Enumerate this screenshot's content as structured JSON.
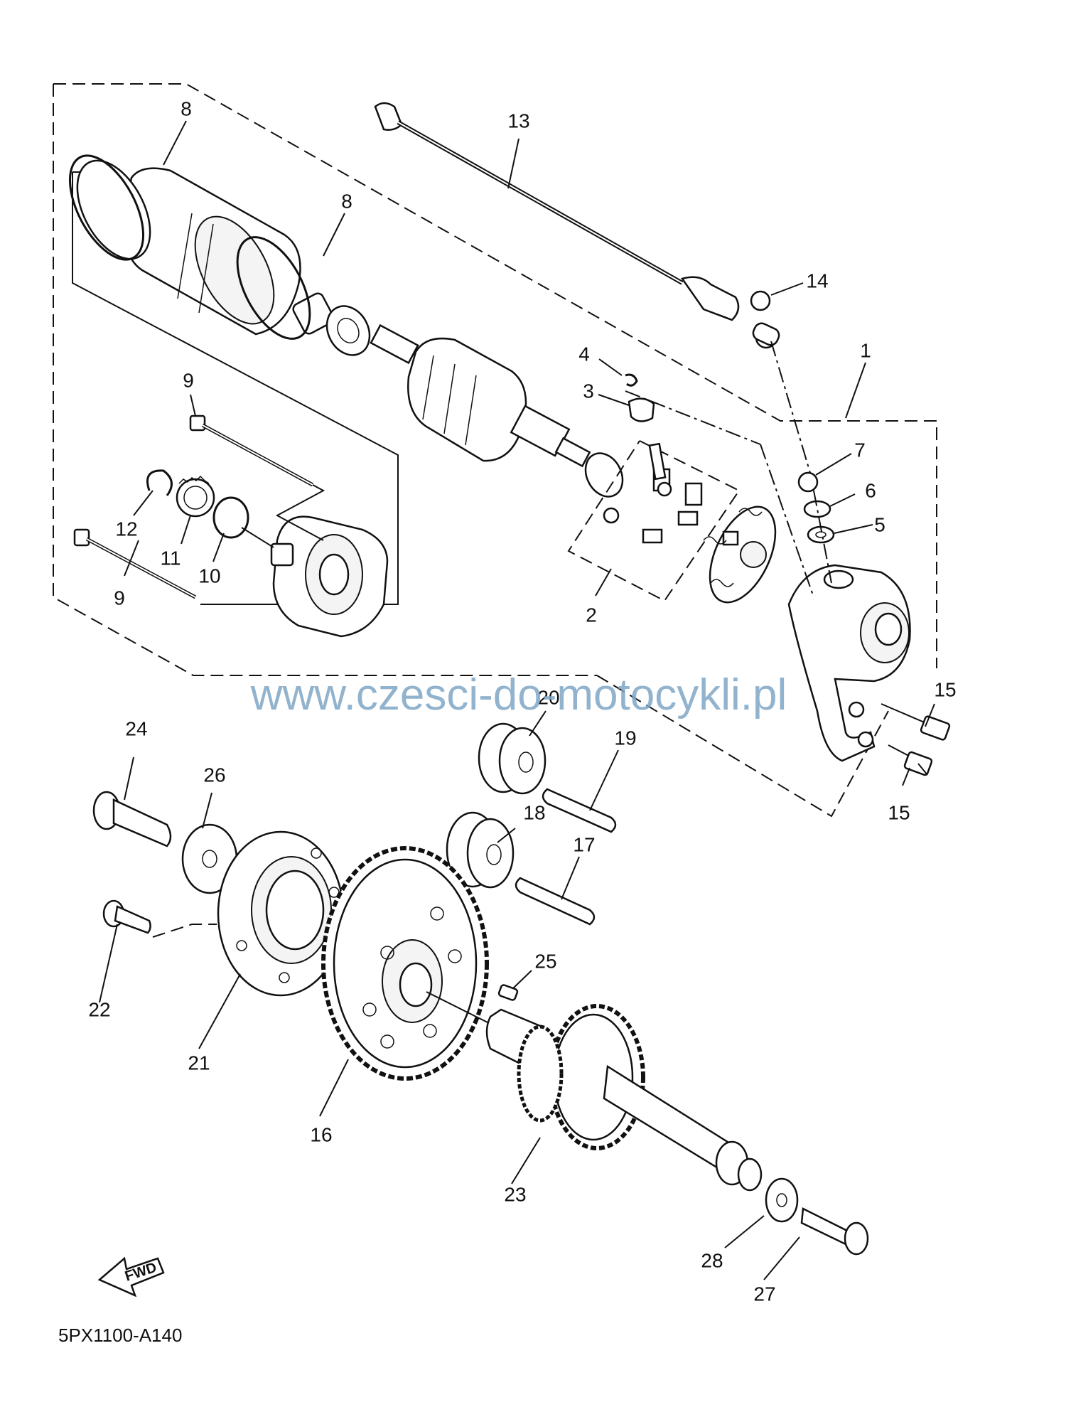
{
  "watermark": "www.czesci-do-motocykli.pl",
  "diagram_code": "5PX1100-A140",
  "fwd_label": "FWD",
  "callouts": [
    {
      "id": "c8a",
      "label": "8"
    },
    {
      "id": "c8b",
      "label": "8"
    },
    {
      "id": "c13",
      "label": "13"
    },
    {
      "id": "c14",
      "label": "14"
    },
    {
      "id": "c4",
      "label": "4"
    },
    {
      "id": "c3",
      "label": "3"
    },
    {
      "id": "c1",
      "label": "1"
    },
    {
      "id": "c7",
      "label": "7"
    },
    {
      "id": "c6",
      "label": "6"
    },
    {
      "id": "c5",
      "label": "5"
    },
    {
      "id": "c2",
      "label": "2"
    },
    {
      "id": "c9a",
      "label": "9"
    },
    {
      "id": "c9b",
      "label": "9"
    },
    {
      "id": "c12",
      "label": "12"
    },
    {
      "id": "c11",
      "label": "11"
    },
    {
      "id": "c10",
      "label": "10"
    },
    {
      "id": "c15a",
      "label": "15"
    },
    {
      "id": "c15b",
      "label": "15"
    },
    {
      "id": "c20",
      "label": "20"
    },
    {
      "id": "c19",
      "label": "19"
    },
    {
      "id": "c18",
      "label": "18"
    },
    {
      "id": "c17",
      "label": "17"
    },
    {
      "id": "c24",
      "label": "24"
    },
    {
      "id": "c26",
      "label": "26"
    },
    {
      "id": "c22",
      "label": "22"
    },
    {
      "id": "c21",
      "label": "21"
    },
    {
      "id": "c16",
      "label": "16"
    },
    {
      "id": "c25",
      "label": "25"
    },
    {
      "id": "c23",
      "label": "23"
    },
    {
      "id": "c28",
      "label": "28"
    },
    {
      "id": "c27",
      "label": "27"
    }
  ]
}
